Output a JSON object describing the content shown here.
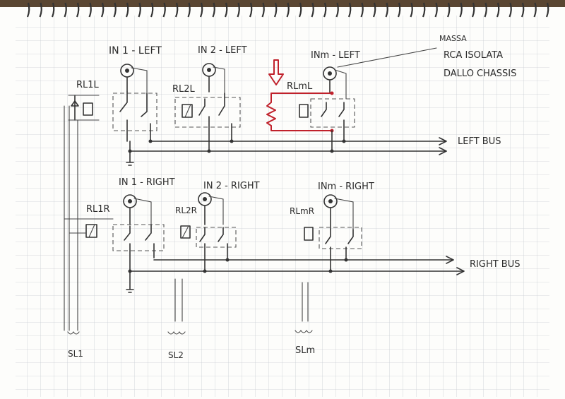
{
  "labels": {
    "in1_left": "IN 1 - LEFT",
    "in2_left": "IN 2 - LEFT",
    "inm_left": "INm - LEFT",
    "note_line1": "MASSA",
    "note_line2": "RCA ISOLATA",
    "note_line3": "DALLO CHASSIS",
    "rl1l": "RL1L",
    "rl2l": "RL2L",
    "rlml": "RLmL",
    "left_bus": "LEFT BUS",
    "in1_right": "IN 1 - RIGHT",
    "in2_right": "IN 2 - RIGHT",
    "inm_right": "INm - RIGHT",
    "rl1r": "RL1R",
    "rl2r": "RL2R",
    "rlmr": "RLmR",
    "right_bus": "RIGHT BUS",
    "sl1": "SL1",
    "sl2": "SL2",
    "slm": "SLm"
  },
  "colors": {
    "ink": "#333333",
    "highlight": "#c0212b",
    "grid": "#c9cdd3",
    "paper": "#fdfdfb"
  }
}
